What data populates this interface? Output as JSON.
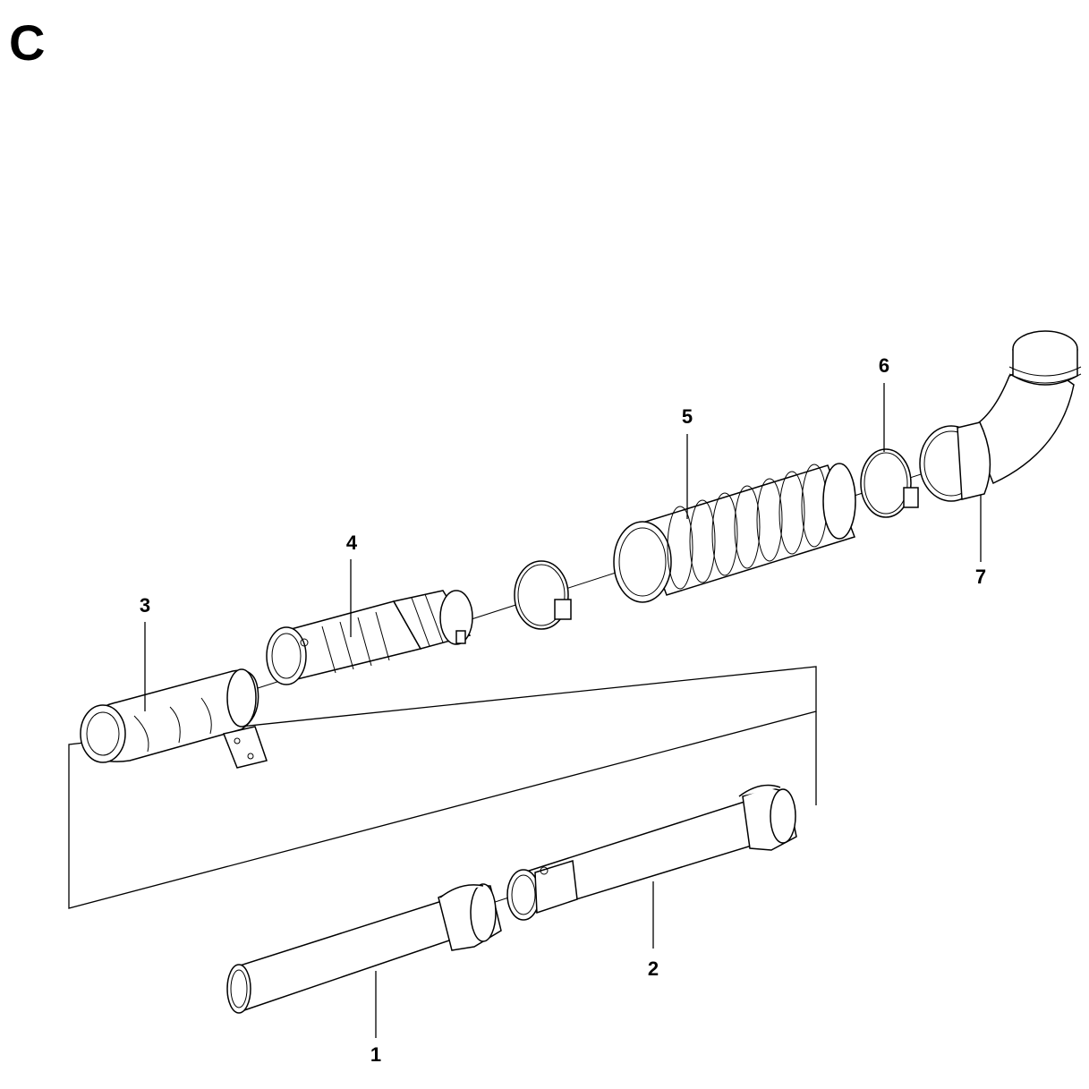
{
  "section": {
    "letter": "C"
  },
  "callouts": [
    {
      "id": "1",
      "label": "1"
    },
    {
      "id": "2",
      "label": "2"
    },
    {
      "id": "3",
      "label": "3"
    },
    {
      "id": "4",
      "label": "4"
    },
    {
      "id": "5",
      "label": "5"
    },
    {
      "id": "6",
      "label": "6"
    },
    {
      "id": "7",
      "label": "7"
    }
  ]
}
